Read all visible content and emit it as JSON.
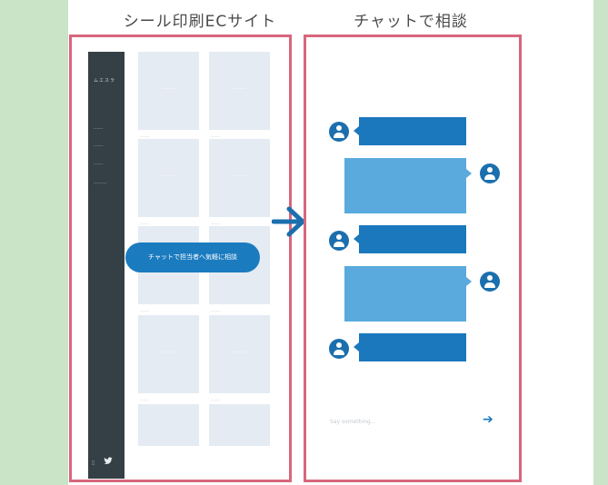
{
  "titles": {
    "left": "シール印刷ECサイト",
    "right": "チャットで相談"
  },
  "left_panel": {
    "sidebar_logo": "ムエスラ",
    "sidebar_items": [
      "———",
      "———",
      "———",
      "———— ·"
    ],
    "cards": [
      {
        "ph": "———",
        "cap": "———"
      },
      {
        "ph": "———",
        "cap": "———"
      },
      {
        "ph": "———",
        "cap": "———"
      },
      {
        "ph": "———",
        "cap": "———"
      },
      {
        "ph": "———",
        "cap": "———"
      },
      {
        "ph": "———",
        "cap": "———"
      },
      {
        "ph": "———",
        "cap": "———"
      },
      {
        "ph": "———",
        "cap": "———"
      },
      {
        "ph": "",
        "cap": ""
      },
      {
        "ph": "",
        "cap": ""
      }
    ],
    "cta_pill": "チャットで担当者へ気軽に相談",
    "social_icons": [
      "twitter-icon"
    ]
  },
  "right_panel": {
    "input_placeholder": "Say something...",
    "send_icon": "send-arrow-icon",
    "messages": [
      {
        "from": "user",
        "style": "dark"
      },
      {
        "from": "staff",
        "style": "light"
      },
      {
        "from": "user",
        "style": "dark"
      },
      {
        "from": "staff",
        "style": "light"
      },
      {
        "from": "user",
        "style": "dark"
      }
    ]
  },
  "colors": {
    "frame": "#d7667c",
    "accent": "#1b78bd",
    "bubble_light": "#5aaadd",
    "sidebar": "#354046",
    "background": "#c9e4c7"
  }
}
